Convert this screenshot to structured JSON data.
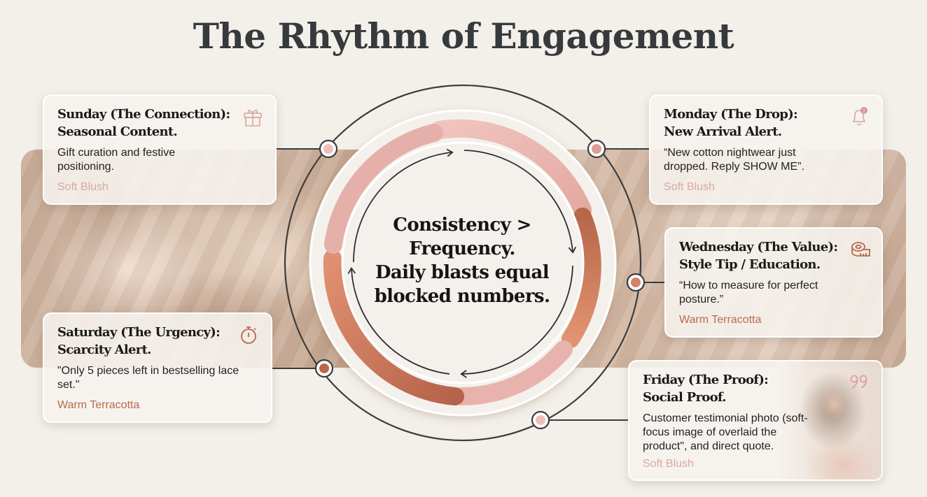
{
  "title": "The Rhythm of Engagement",
  "center": {
    "lines": [
      "Consistency >",
      "Frequency.",
      "Daily blasts equal",
      "blocked numbers."
    ]
  },
  "colors": {
    "background": "#f3f0ea",
    "soft_blush": "#e9b7b0",
    "warm_terracotta": "#b9694a",
    "title": "#373a3d",
    "line": "#3a3c3f"
  },
  "cards": [
    {
      "day": "Sunday",
      "title_line1": "Sunday (The Connection):",
      "title_line2": "Seasonal Content.",
      "desc": "Gift curation and festive positioning.",
      "tag": "Soft Blush",
      "icon": "gift-icon"
    },
    {
      "day": "Monday",
      "title_line1": "Monday (The Drop):",
      "title_line2": "New Arrival Alert.",
      "desc": "“New cotton nightwear just dropped. Reply SHOW ME”.",
      "tag": "Soft Blush",
      "icon": "bell-notification-icon",
      "badge": "1"
    },
    {
      "day": "Wednesday",
      "title_line1": "Wednesday (The Value):",
      "title_line2": "Style Tip / Education.",
      "desc": "“How to measure for perfect posture.”",
      "tag": "Warm Terracotta",
      "icon": "measuring-tape-icon"
    },
    {
      "day": "Friday",
      "title_line1": "Friday (The Proof):",
      "title_line2": "Social Proof.",
      "desc": "Customer testimonial photo (soft-focus image of overlaid the product\", and direct quote.",
      "tag": "Soft Blush",
      "icon": "quote-icon"
    },
    {
      "day": "Saturday",
      "title_line1": "Saturday (The Urgency):",
      "title_line2": "Scarcity Alert.",
      "desc": "\"Only 5 pieces left in bestselling lace set.\"",
      "tag": "Warm Terracotta",
      "icon": "stopwatch-icon"
    }
  ]
}
